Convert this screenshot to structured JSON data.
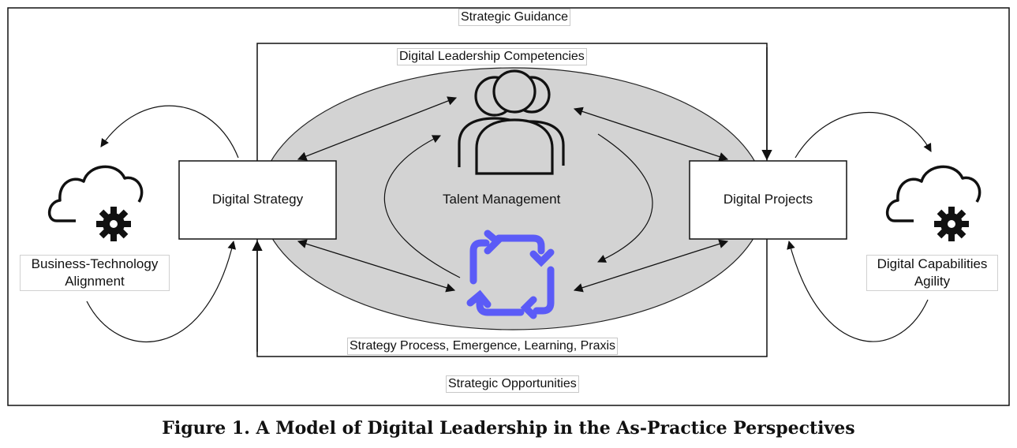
{
  "diagram": {
    "top_label": "Strategic Guidance",
    "bottom_label": "Strategic Opportunities",
    "inner_top_label": "Digital Leadership Competencies",
    "inner_bottom_label": "Strategy Process, Emergence, Learning, Praxis",
    "center_label": "Talent Management",
    "left_box": "Digital Strategy",
    "right_box": "Digital Projects",
    "left_side_line1": "Business-Technology",
    "left_side_line2": "Alignment",
    "right_side_line1": "Digital Capabilities",
    "right_side_line2": "Agility",
    "icons": [
      "cloud-gear-icon",
      "people-group-icon",
      "cycle-arrows-icon"
    ],
    "colors": {
      "ellipse_fill": "#d3d3d3",
      "cycle_arrows": "#5b5bf7",
      "stroke": "#111111"
    }
  },
  "caption": "Figure 1. A Model of Digital Leadership in the As-Practice Perspectives"
}
